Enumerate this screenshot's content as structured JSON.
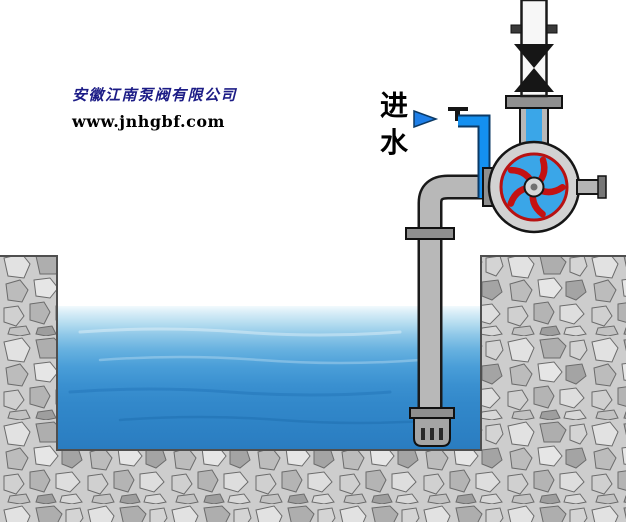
{
  "branding": {
    "company_name": "安徽江南泵阀有限公司",
    "website": "www.jnhgbf.com"
  },
  "labels": {
    "inlet_water": "进水"
  },
  "colors": {
    "company_text": "#1c1c86",
    "label_text": "#000000",
    "inlet_pipe_blue": "#1490f0",
    "inlet_pipe_outline": "#0b3a66",
    "arrow_blue": "#1e7fe8",
    "water_surface": "#d6ecf7",
    "water_deep": "#2a7cc0",
    "pipe_gray": "#b8b8b8",
    "pipe_outline": "#1a1a1a",
    "flange_gray": "#8f8f8f",
    "pump_casing": "#d2d2d2",
    "pump_water": "#3aa6e8",
    "impeller_red": "#c41212",
    "valve_black": "#161616",
    "gravel_base": "#cdcdcd",
    "pit_rim": "#4f4f4f"
  }
}
